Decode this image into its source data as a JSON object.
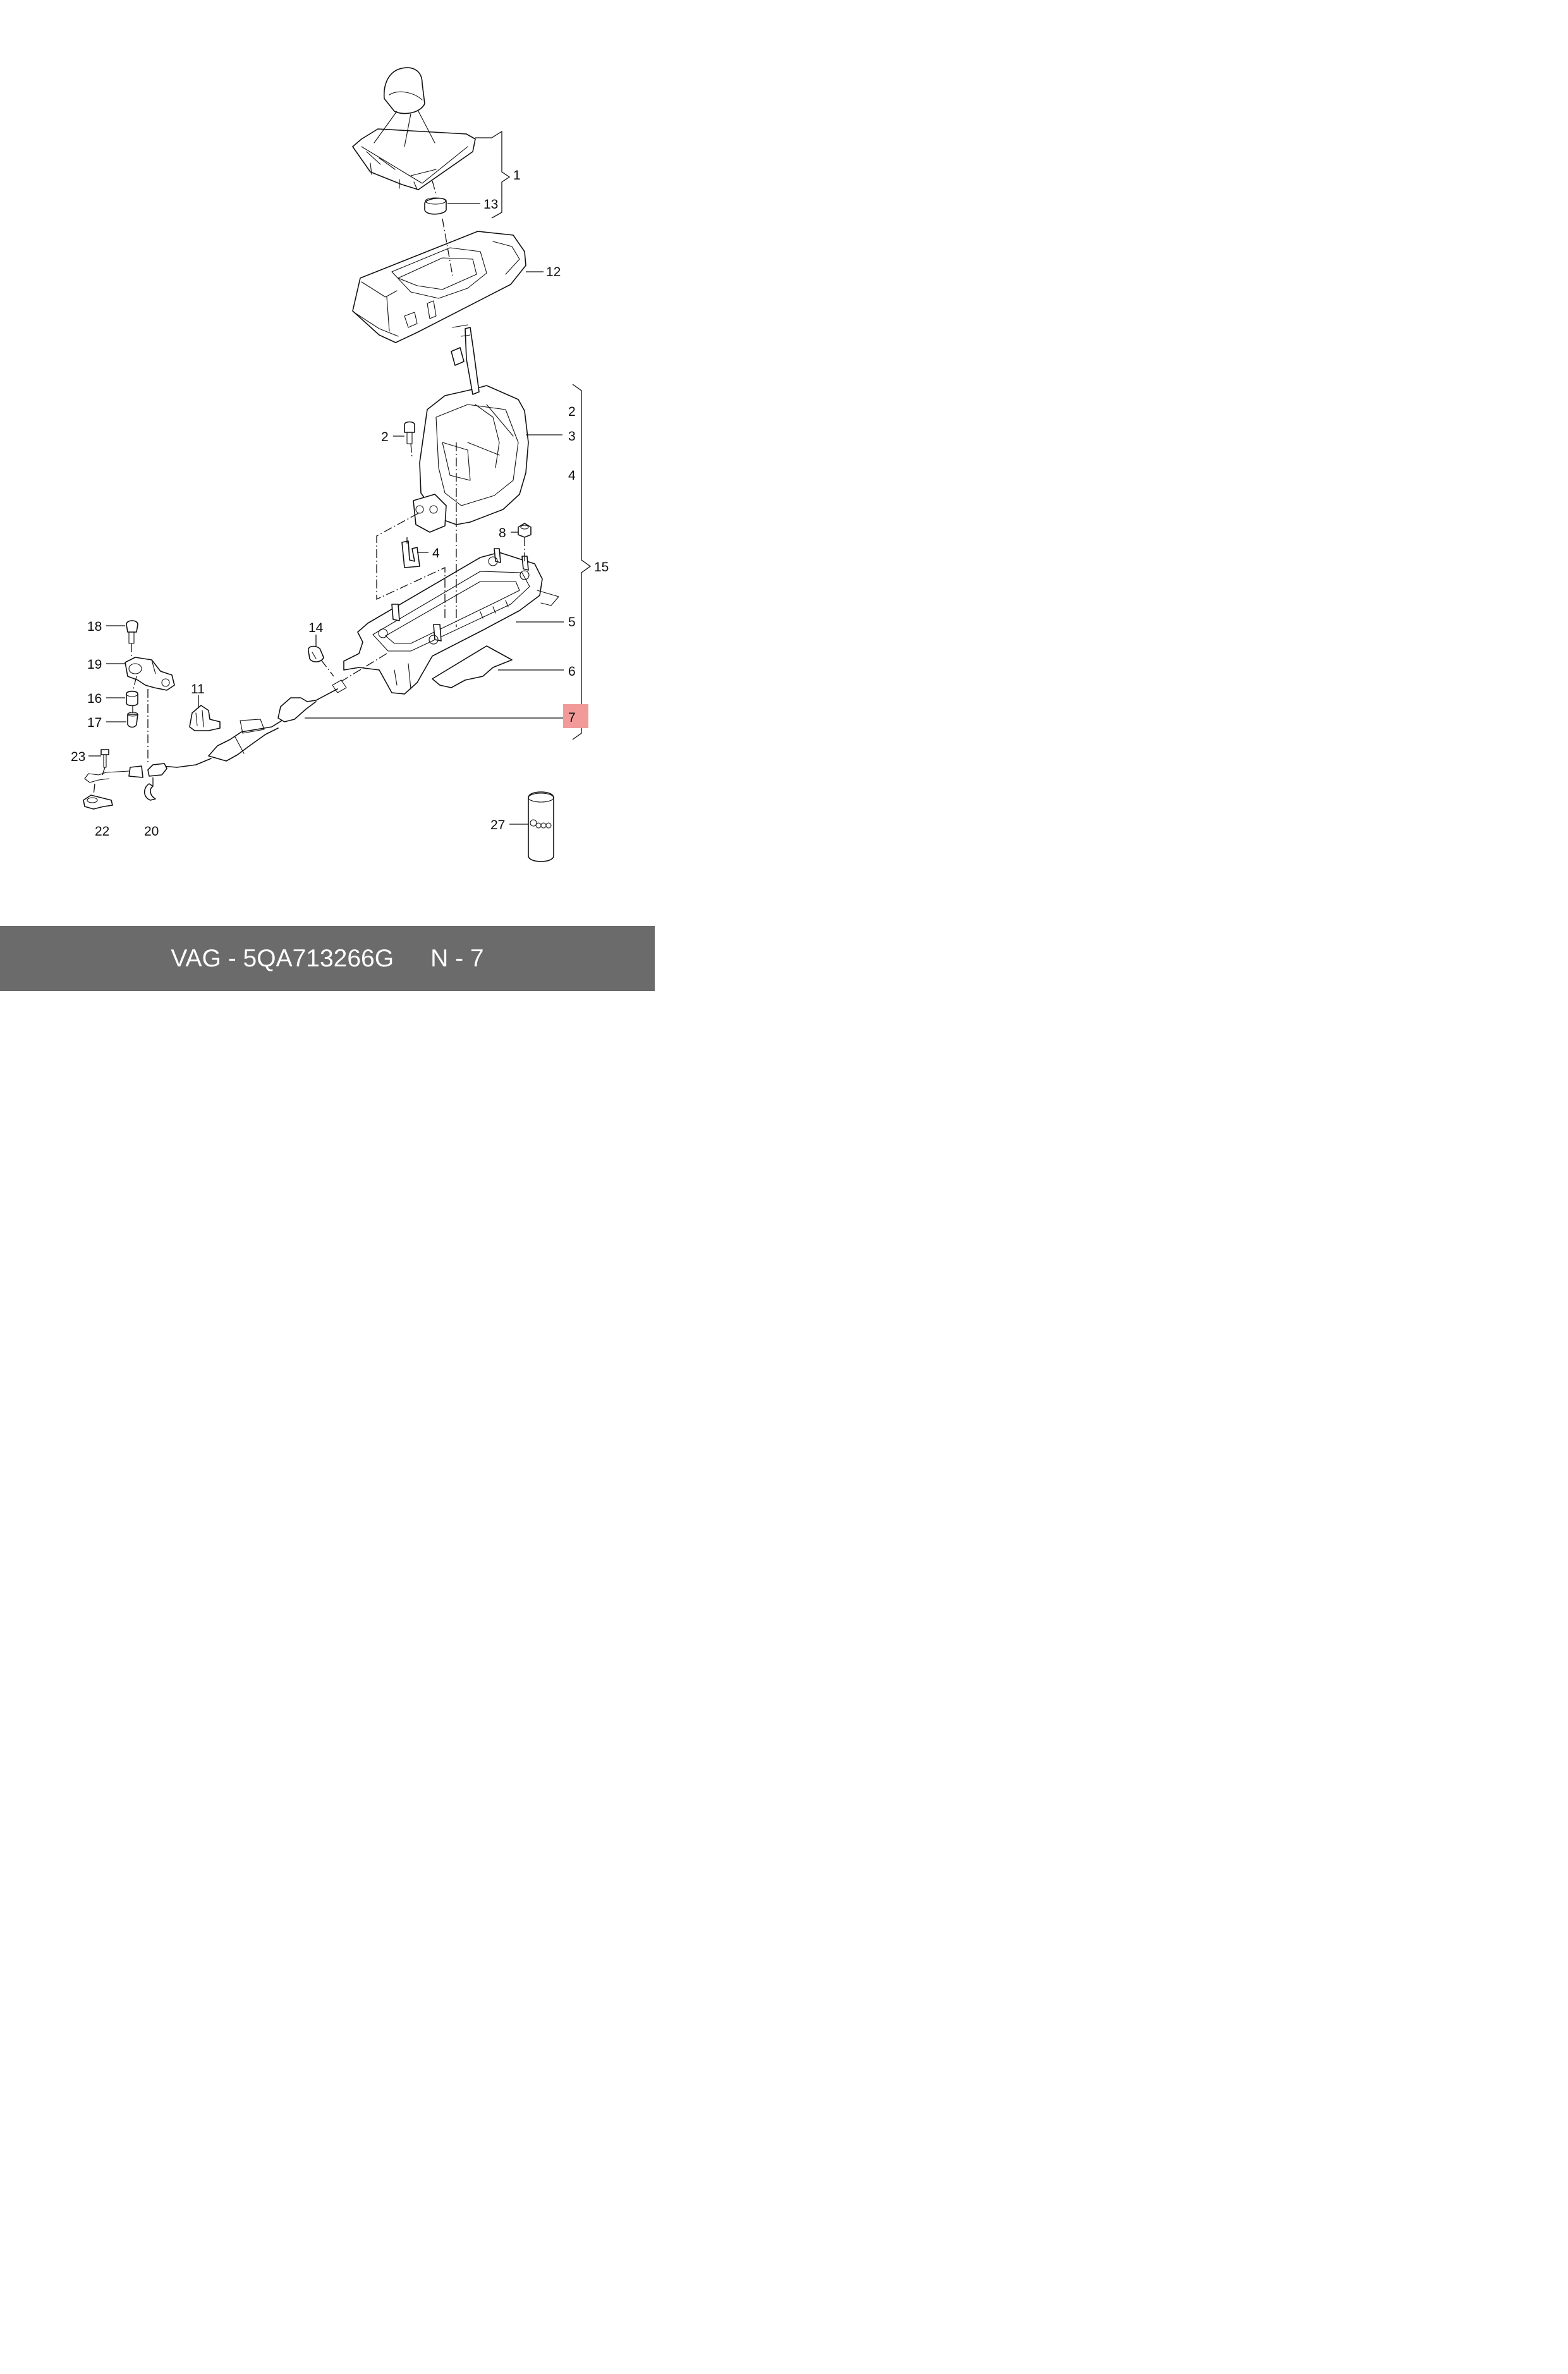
{
  "diagram": {
    "callouts": [
      {
        "id": "c1",
        "label": "1"
      },
      {
        "id": "c13",
        "label": "13"
      },
      {
        "id": "c12",
        "label": "12"
      },
      {
        "id": "c2a",
        "label": "2"
      },
      {
        "id": "c3",
        "label": "3"
      },
      {
        "id": "c4a",
        "label": "4"
      },
      {
        "id": "c2b",
        "label": "2"
      },
      {
        "id": "c8",
        "label": "8"
      },
      {
        "id": "c4b",
        "label": "4"
      },
      {
        "id": "c15",
        "label": "15"
      },
      {
        "id": "c5",
        "label": "5"
      },
      {
        "id": "c6",
        "label": "6"
      },
      {
        "id": "c7",
        "label": "7"
      },
      {
        "id": "c14",
        "label": "14"
      },
      {
        "id": "c11",
        "label": "11"
      },
      {
        "id": "c18",
        "label": "18"
      },
      {
        "id": "c19",
        "label": "19"
      },
      {
        "id": "c16",
        "label": "16"
      },
      {
        "id": "c17",
        "label": "17"
      },
      {
        "id": "c23",
        "label": "23"
      },
      {
        "id": "c22",
        "label": "22"
      },
      {
        "id": "c20",
        "label": "20"
      },
      {
        "id": "c27",
        "label": "27"
      }
    ],
    "highlight_callout": "7",
    "highlight_color": "#f29a9a"
  },
  "footer": {
    "part_number": "VAG - 5QA713266G",
    "position": "N - 7",
    "background": "#6b6b6b"
  }
}
